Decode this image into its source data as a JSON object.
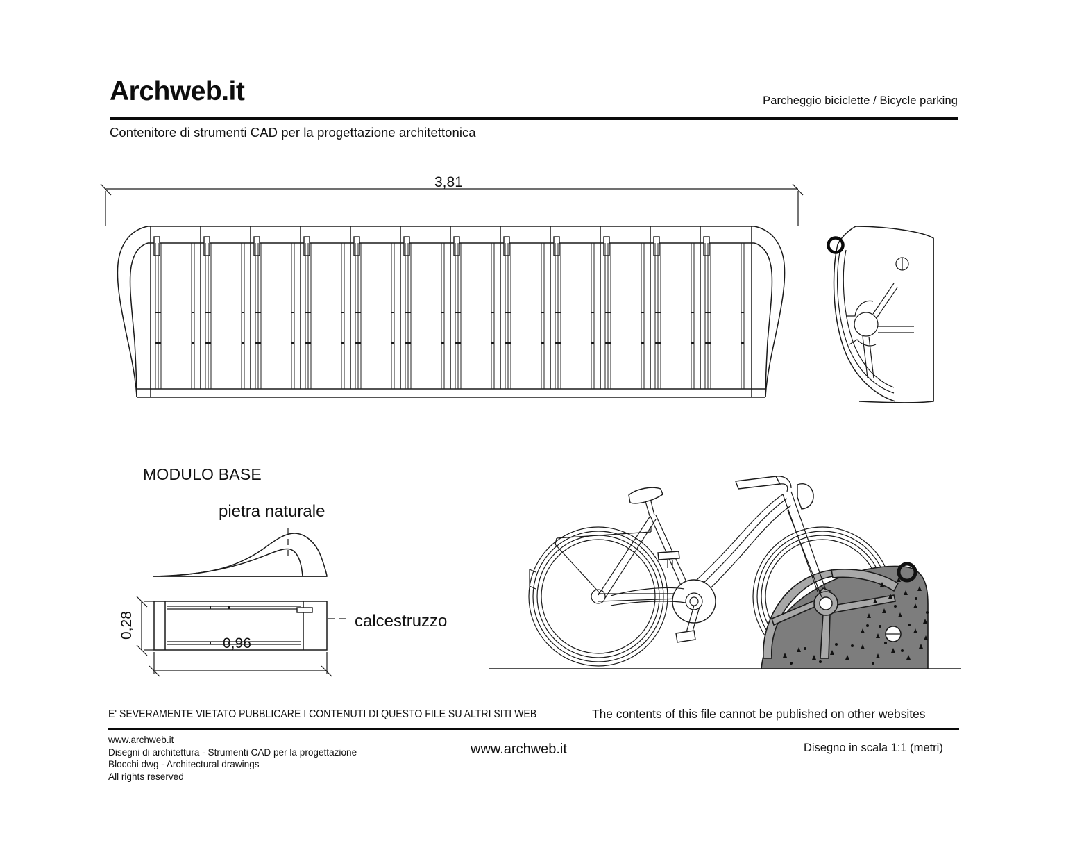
{
  "header": {
    "brand": "Archweb.it",
    "right_title": "Parcheggio biciclette  /  Bicycle parking",
    "subtitle": "Contenitore di strumenti CAD per la progettazione architettonica"
  },
  "drawing": {
    "overall_length_dim": "3,81",
    "module_section_title": "MODULO BASE",
    "material_top_label": "pietra naturale",
    "material_bottom_label": "calcestruzzo",
    "module_height_dim": "0,28",
    "module_width_dim": "0,96",
    "module_count": 12,
    "units": "metri"
  },
  "footer": {
    "notice_it": "E' SEVERAMENTE VIETATO PUBBLICARE I CONTENUTI DI QUESTO FILE SU ALTRI SITI WEB",
    "notice_en": "The contents of this file cannot be published on other websites",
    "left_lines": [
      "www.archweb.it",
      "Disegni di architettura - Strumenti CAD  per la progettazione",
      "Blocchi dwg - Architectural drawings",
      "All rights reserved"
    ],
    "center_url": "www.archweb.it",
    "scale_note": "Disegno in scala 1:1 (metri)"
  },
  "colors": {
    "ink": "#1a1a1a",
    "paper": "#ffffff",
    "stone_fill": "#7d7d7d",
    "wheel_slot_fill": "#a8a8a8"
  }
}
